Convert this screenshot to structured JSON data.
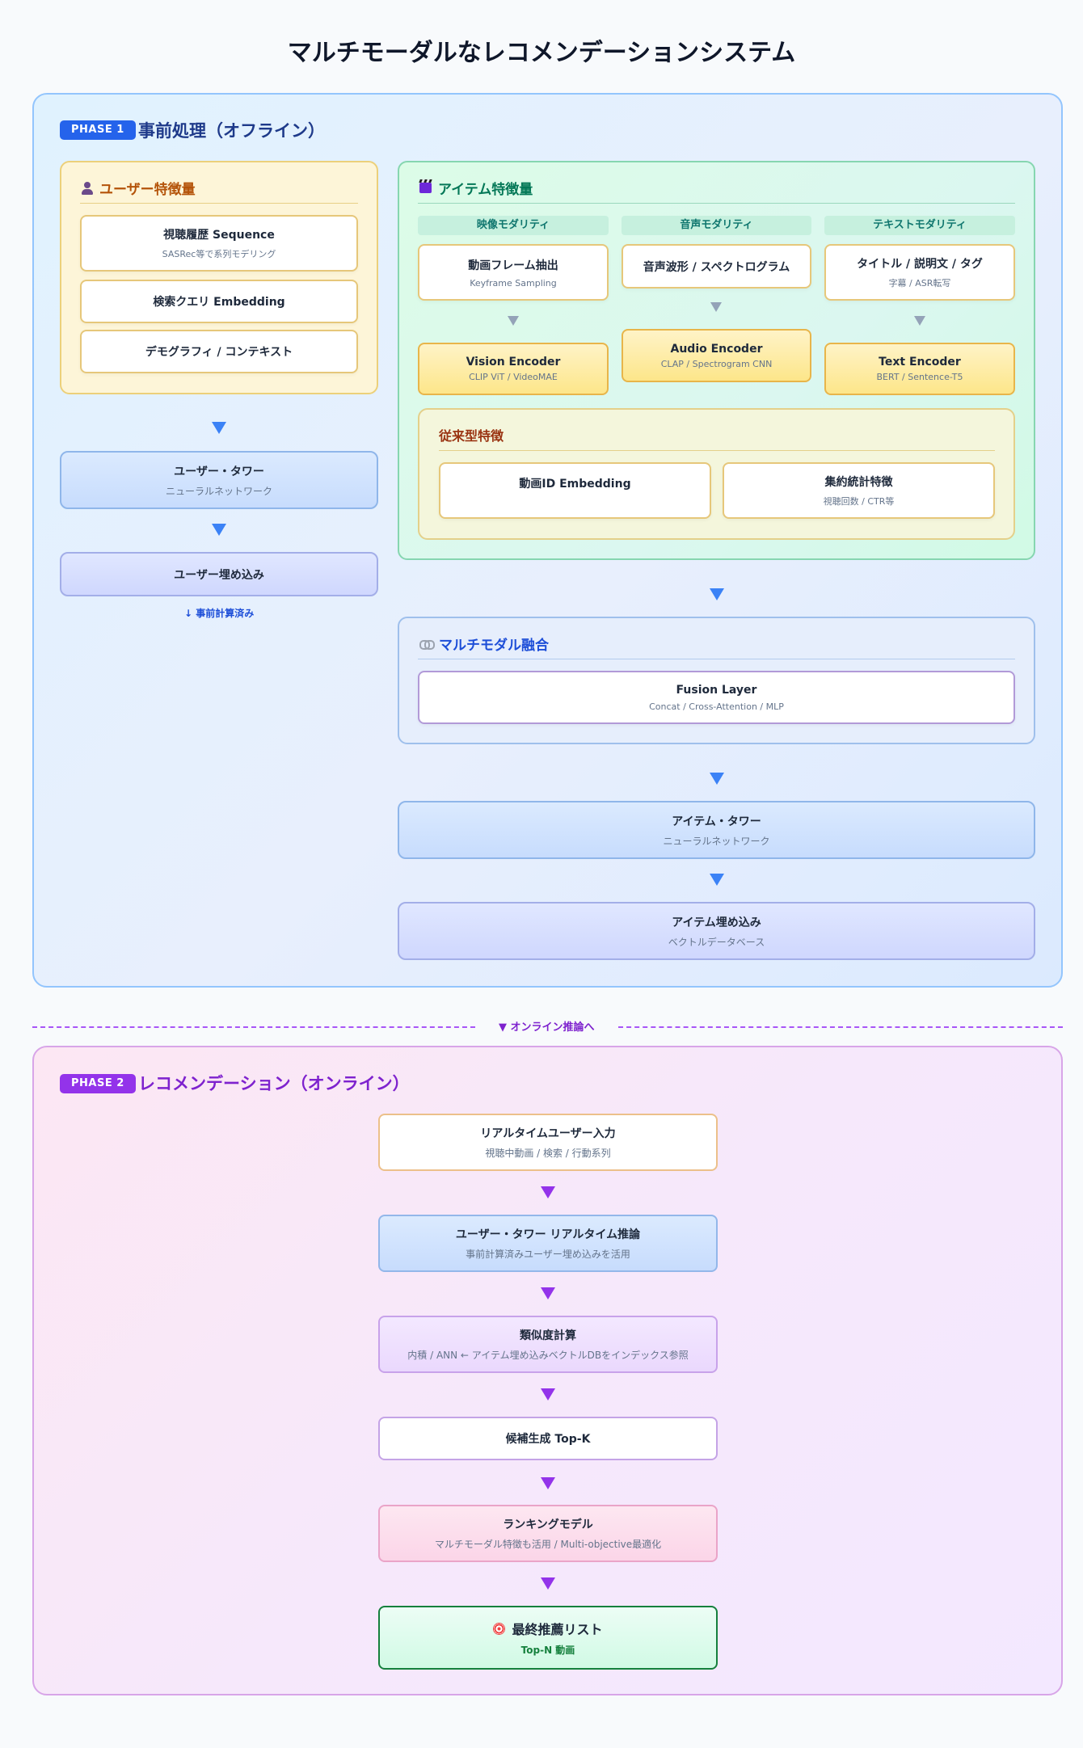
{
  "title": "マルチモーダルなレコメンデーションシステム",
  "colors": {
    "phase1_badge": "#2563eb",
    "phase2_badge": "#9333ea",
    "arrow_blue": "#3b82f6",
    "arrow_purple": "#9333ea",
    "final_border": "#15803d"
  },
  "phase1": {
    "badge": "PHASE 1",
    "title": "事前処理（オフライン）",
    "user_features": {
      "icon": "user-icon",
      "heading": "ユーザー特徴量",
      "cards": [
        {
          "title": "視聴履歴 Sequence",
          "sub": "SASRec等で系列モデリング"
        },
        {
          "title": "検索クエリ Embedding",
          "sub": ""
        },
        {
          "title": "デモグラフィ / コンテキスト",
          "sub": ""
        }
      ]
    },
    "user_tower": {
      "title": "ユーザー・タワー",
      "sub": "ニューラルネットワーク"
    },
    "user_embedding": {
      "title": "ユーザー埋め込み"
    },
    "precomputed_note": "↓ 事前計算済み",
    "item_features": {
      "icon": "clapperboard-icon",
      "heading": "アイテム特徴量",
      "modalities": [
        {
          "label": "映像モダリティ",
          "card_title": "動画フレーム抽出",
          "card_sub": "Keyframe Sampling",
          "encoder_title": "Vision Encoder",
          "encoder_sub": "CLIP ViT / VideoMAE"
        },
        {
          "label": "音声モダリティ",
          "card_title": "音声波形 / スペクトログラム",
          "card_sub": "",
          "encoder_title": "Audio Encoder",
          "encoder_sub": "CLAP / Spectrogram CNN"
        },
        {
          "label": "テキストモダリティ",
          "card_title": "タイトル / 説明文 / タグ",
          "card_sub": "字幕 / ASR転写",
          "encoder_title": "Text Encoder",
          "encoder_sub": "BERT / Sentence-T5"
        }
      ],
      "legacy": {
        "heading": "従来型特徴",
        "cards": [
          {
            "title": "動画ID Embedding",
            "sub": ""
          },
          {
            "title": "集約統計特徴",
            "sub": "視聴回数 / CTR等"
          }
        ]
      }
    },
    "fusion": {
      "icon": "link-icon",
      "heading": "マルチモダル融合",
      "card_title": "Fusion Layer",
      "card_sub": "Concat / Cross-Attention / MLP"
    },
    "item_tower": {
      "title": "アイテム・タワー",
      "sub": "ニューラルネットワーク"
    },
    "item_embedding": {
      "title": "アイテム埋め込み",
      "sub": "ベクトルデータベース"
    }
  },
  "divider_label": "▼ オンライン推論へ",
  "phase2": {
    "badge": "PHASE 2",
    "title": "レコメンデーション（オンライン）",
    "steps": [
      {
        "title": "リアルタイムユーザー入力",
        "sub": "視聴中動画 / 検索 / 行動系列"
      },
      {
        "title": "ユーザー・タワー リアルタイム推論",
        "sub": "事前計算済みユーザー埋め込みを活用"
      },
      {
        "title": "類似度計算",
        "sub": "内積 / ANN ← アイテム埋め込みベクトルDBをインデックス参照"
      },
      {
        "title": "候補生成 Top-K",
        "sub": ""
      },
      {
        "title": "ランキングモデル",
        "sub": "マルチモーダル特徴も活用 / Multi-objective最適化"
      }
    ],
    "final": {
      "icon": "target-icon",
      "title": "最終推薦リスト",
      "sub": "Top-N 動画"
    }
  }
}
